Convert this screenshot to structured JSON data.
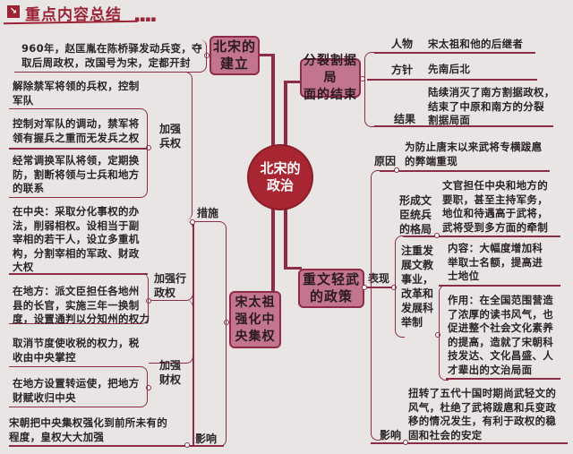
{
  "header": {
    "icon": "arrow-icon",
    "title": "重点内容总结",
    "dots": "▪▪▪▪"
  },
  "center": {
    "title_l1": "北宋的",
    "title_l2": "政治"
  },
  "founding": {
    "title_l1": "北宋的",
    "title_l2": "建立",
    "text_l1": "960年，赵匡胤在陈桥驿发动兵变，夺",
    "text_l2": "取后周政权，改国号为宋，定都开封"
  },
  "end_split": {
    "title_l1": "分裂割据局",
    "title_l2": "面的结束",
    "items": [
      {
        "label": "人物",
        "text": "宋太祖和他的后继者"
      },
      {
        "label": "方针",
        "text": "先南后北"
      },
      {
        "label": "结果",
        "text_l1": "陆续消灭了南方割据政权，",
        "text_l2": "结束了中原和南方的分裂",
        "text_l3": "割据局面"
      }
    ]
  },
  "centralization": {
    "title_l1": "宋太祖",
    "title_l2": "强化中",
    "title_l3": "央集权",
    "measures_label": "措施",
    "military": {
      "label_l1": "加强",
      "label_l2": "兵权",
      "items": [
        {
          "l1": "解除禁军将领的兵权，控制",
          "l2": "军队"
        },
        {
          "l1": "控制对军队的调动，禁军将",
          "l2": "领有握兵之重而无发兵之权"
        },
        {
          "l1": "经常调换军队将领，定期换",
          "l2": "防，割断将领与士兵和地方",
          "l3": "的联系"
        }
      ]
    },
    "admin": {
      "label_l1": "加强行",
      "label_l2": "政权",
      "items": [
        {
          "l1": "在中央：采取分化事权的办",
          "l2": "法，削弱相权。设相当于副",
          "l3": "宰相的若干人，设立多重机",
          "l4": "构，分割宰相的军政、财政",
          "l5": "大权"
        },
        {
          "l1": "在地方：派文臣担任各地州",
          "l2": "县的长官，实施三年一换制",
          "l3": "度，设置通判以分知州的权力"
        }
      ]
    },
    "finance": {
      "label_l1": "加强",
      "label_l2": "财权",
      "items": [
        {
          "l1": "取消节度使收税的权力，税",
          "l2": "收由中央掌控"
        },
        {
          "l1": "在地方设置转运使，把地方",
          "l2": "财赋收归中央"
        }
      ]
    },
    "impact": {
      "label": "影响",
      "l1": "宋朝把中央集权强化到前所未有的",
      "l2": "程度，皇权大大加强"
    }
  },
  "civil_policy": {
    "title_l1": "重文轻武",
    "title_l2": "的政策",
    "reason": {
      "label": "原因",
      "l1": "为防止唐末以来武将专横跋扈",
      "l2": "的弊端重现"
    },
    "manifest_label": "表现",
    "pattern": {
      "label_l1": "形成文",
      "label_l2": "臣统兵",
      "label_l3": "的格局",
      "l1": "文官担任中央和地方的",
      "l2": "要职，甚至主持军务，",
      "l3": "地位和待遇高于武将，",
      "l4": "武将受到多方面的牵制"
    },
    "education": {
      "label_l1": "注重发",
      "label_l2": "展文教",
      "label_l3": "事业，",
      "label_l4": "改革和",
      "label_l5": "发展科",
      "label_l6": "举制",
      "content": {
        "l1": "内容：大幅度增加科",
        "l2": "举取士名额，提高进",
        "l3": "士地位"
      },
      "effect": {
        "l1": "作用：在全国范围营造",
        "l2": "了浓厚的读书风气，也",
        "l3": "促进整个社会文化素养",
        "l4": "的提高，造就了宋朝科",
        "l5": "技发达、文化昌盛、人",
        "l6": "才辈出的文治局面"
      }
    },
    "impact": {
      "label": "影响",
      "l1": "扭转了五代十国时期尚武轻文的",
      "l2": "风气，杜绝了武将跋扈和兵变政",
      "l3": "移的情况发生，有利于政权的稳",
      "l4": "固和社会的安定"
    }
  }
}
